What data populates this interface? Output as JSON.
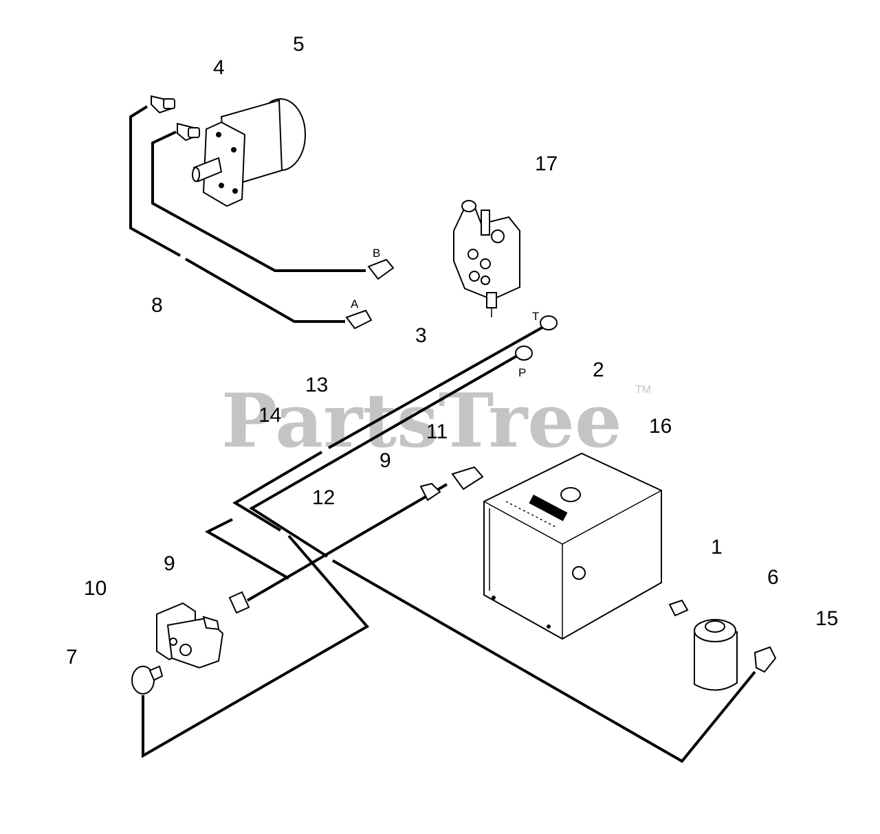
{
  "watermark": {
    "text": "PartsTree",
    "trademark": "TM"
  },
  "callouts": [
    "5",
    "4",
    "17",
    "8",
    "3",
    "2",
    "13",
    "14",
    "11",
    "16",
    "9",
    "12",
    "9",
    "1",
    "6",
    "10",
    "15",
    "7"
  ],
  "ports": {
    "b": "B",
    "a": "A",
    "t": "T",
    "p": "P"
  }
}
